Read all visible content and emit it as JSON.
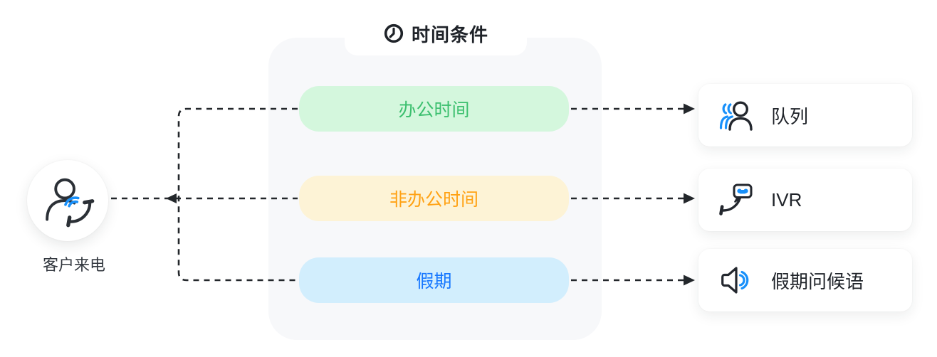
{
  "source": {
    "label": "客户来电",
    "icon": "caller-icon"
  },
  "panel": {
    "title": "时间条件",
    "icon": "clock-icon",
    "branches": [
      {
        "label": "办公时间",
        "bg": "#d4f7dd",
        "color": "#3bbf6e"
      },
      {
        "label": "非办公时间",
        "bg": "#fdf3d6",
        "color": "#ffa214"
      },
      {
        "label": "假期",
        "bg": "#d2eefd",
        "color": "#1677ff"
      }
    ]
  },
  "targets": [
    {
      "label": "队列",
      "icon": "queue-icon"
    },
    {
      "label": "IVR",
      "icon": "ivr-icon"
    },
    {
      "label": "假期问候语",
      "icon": "speaker-icon"
    }
  ],
  "colors": {
    "panel_bg": "#f7f8fa",
    "dark": "#1f2329",
    "accent_blue": "#1890fa",
    "connector": "#23272b"
  }
}
